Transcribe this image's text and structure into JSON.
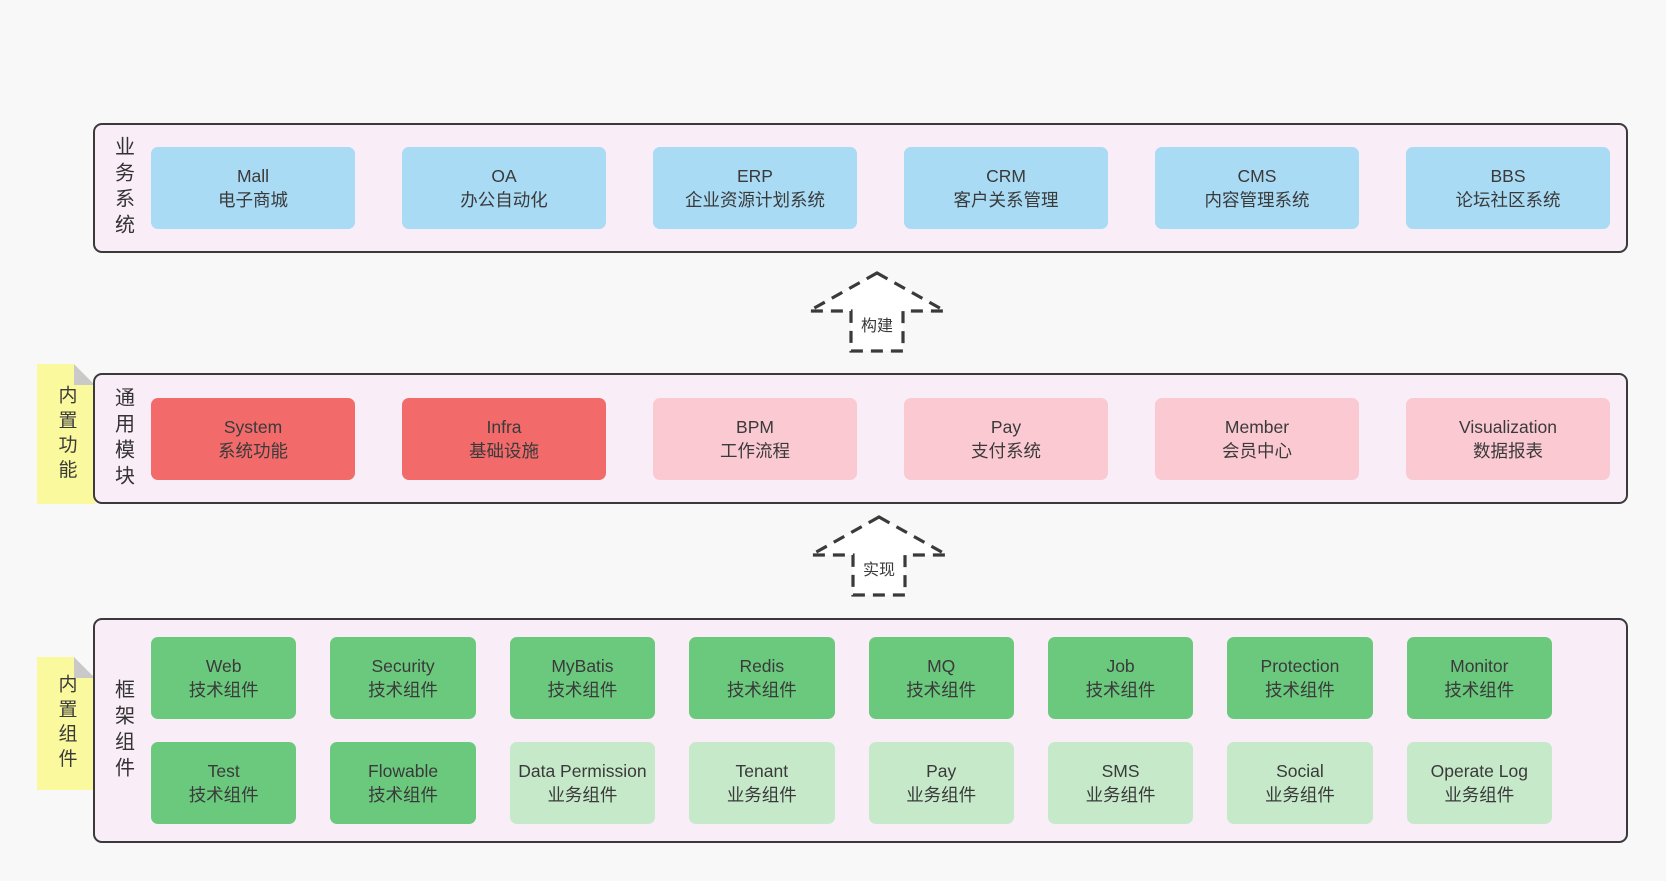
{
  "colors": {
    "page_background": "#f8f8f8",
    "layer_background": "#f9edf7",
    "layer_border": "#3a3a3a",
    "business_system_box": "#a9dbf5",
    "core_module_box": "#f26a6a",
    "optional_module_box": "#fbc9d2",
    "tech_component_box": "#6bc97e",
    "biz_component_box": "#c6e9ca",
    "note_background": "#fbf99d",
    "note_fold": "#c9c9c9",
    "text": "#3a3a3a"
  },
  "arrows": [
    {
      "label": "构建"
    },
    {
      "label": "实现"
    }
  ],
  "layers": [
    {
      "label": "业务系统",
      "rows": [
        [
          {
            "title": "Mall",
            "subtitle": "电子商城"
          },
          {
            "title": "OA",
            "subtitle": "办公自动化"
          },
          {
            "title": "ERP",
            "subtitle": "企业资源计划系统"
          },
          {
            "title": "CRM",
            "subtitle": "客户关系管理"
          },
          {
            "title": "CMS",
            "subtitle": "内容管理系统"
          },
          {
            "title": "BBS",
            "subtitle": "论坛社区系统"
          }
        ]
      ]
    },
    {
      "label": "通用模块",
      "note": "内置功能",
      "rows": [
        [
          {
            "title": "System",
            "subtitle": "系统功能"
          },
          {
            "title": "Infra",
            "subtitle": "基础设施"
          },
          {
            "title": "BPM",
            "subtitle": "工作流程"
          },
          {
            "title": "Pay",
            "subtitle": "支付系统"
          },
          {
            "title": "Member",
            "subtitle": "会员中心"
          },
          {
            "title": "Visualization",
            "subtitle": "数据报表"
          }
        ]
      ]
    },
    {
      "label": "框架组件",
      "note": "内置组件",
      "rows": [
        [
          {
            "title": "Web",
            "subtitle": "技术组件"
          },
          {
            "title": "Security",
            "subtitle": "技术组件"
          },
          {
            "title": "MyBatis",
            "subtitle": "技术组件"
          },
          {
            "title": "Redis",
            "subtitle": "技术组件"
          },
          {
            "title": "MQ",
            "subtitle": "技术组件"
          },
          {
            "title": "Job",
            "subtitle": "技术组件"
          },
          {
            "title": "Protection",
            "subtitle": "技术组件"
          },
          {
            "title": "Monitor",
            "subtitle": "技术组件"
          }
        ],
        [
          {
            "title": "Test",
            "subtitle": "技术组件"
          },
          {
            "title": "Flowable",
            "subtitle": "技术组件"
          },
          {
            "title": "Data Permission",
            "subtitle": "业务组件"
          },
          {
            "title": "Tenant",
            "subtitle": "业务组件"
          },
          {
            "title": "Pay",
            "subtitle": "业务组件"
          },
          {
            "title": "SMS",
            "subtitle": "业务组件"
          },
          {
            "title": "Social",
            "subtitle": "业务组件"
          },
          {
            "title": "Operate Log",
            "subtitle": "业务组件"
          }
        ]
      ]
    }
  ]
}
